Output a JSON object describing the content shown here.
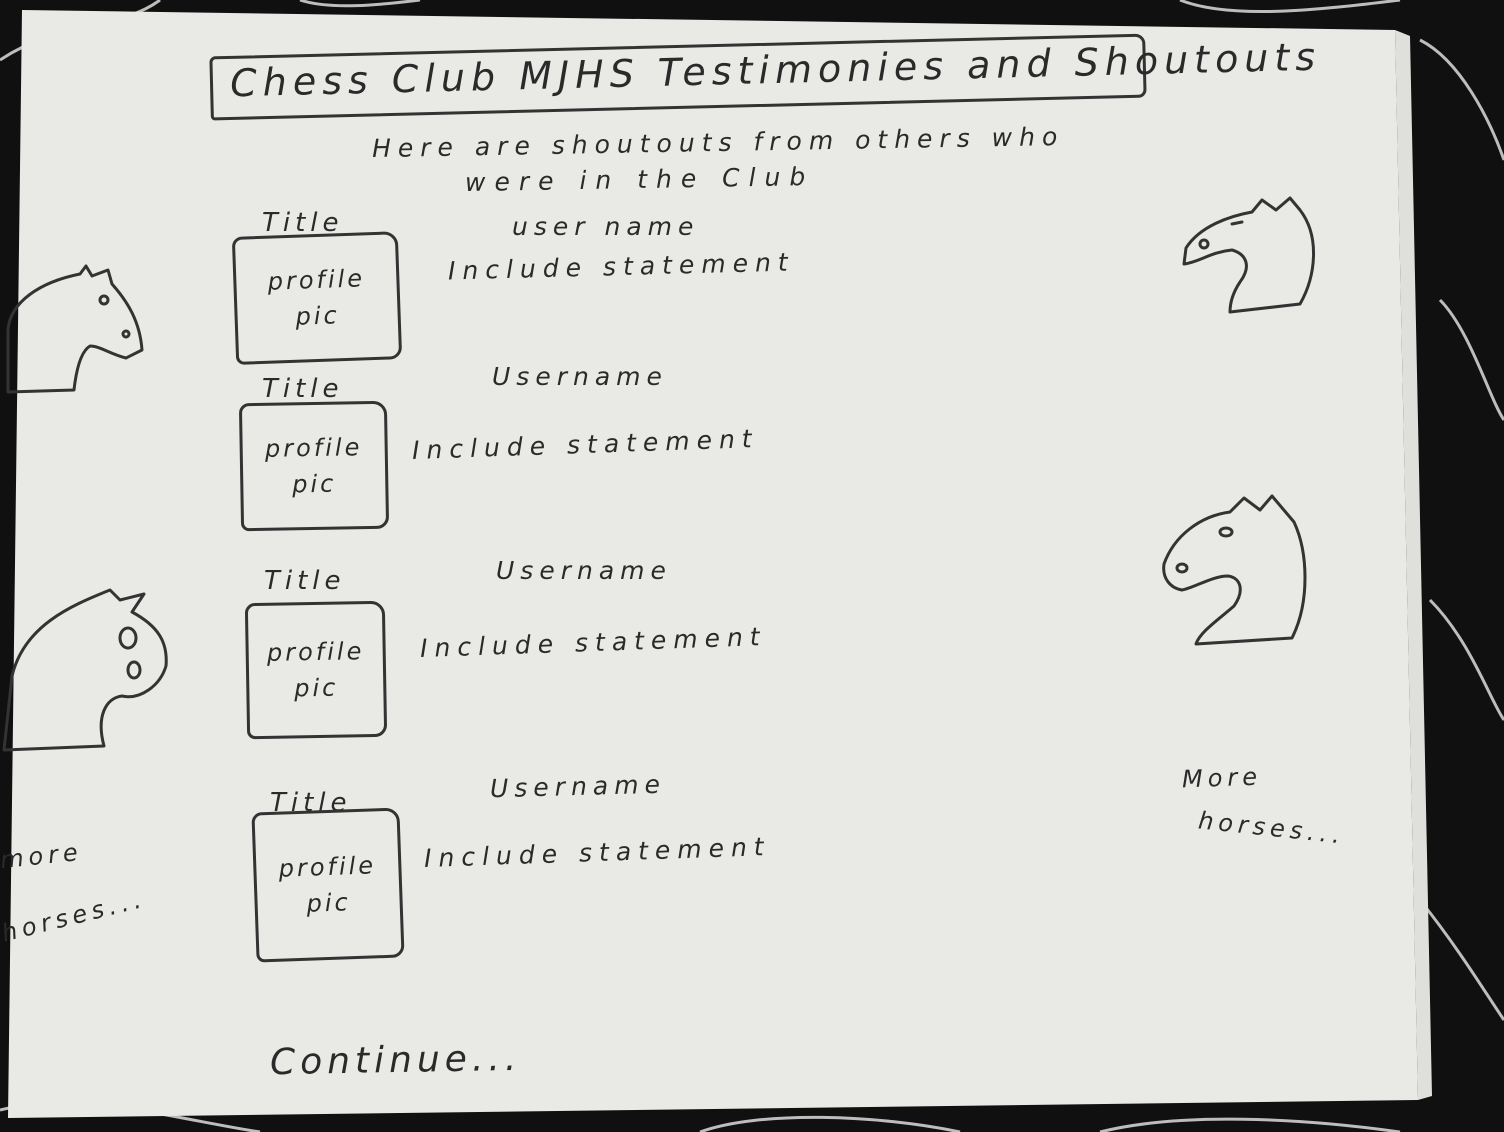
{
  "page": {
    "title": "Chess Club MJHS Testimonies and Shoutouts",
    "intro_line1": "Here are shoutouts from others who",
    "intro_line2": "were in the Club"
  },
  "testimonials": [
    {
      "title": "Title",
      "username": "user name",
      "statement": "Include statement",
      "pic_line1": "profile",
      "pic_line2": "pic"
    },
    {
      "title": "Title",
      "username": "Username",
      "statement": "Include statement",
      "pic_line1": "profile",
      "pic_line2": "pic"
    },
    {
      "title": "Title",
      "username": "Username",
      "statement": "Include statement",
      "pic_line1": "profile",
      "pic_line2": "pic"
    },
    {
      "title": "Title",
      "username": "Username",
      "statement": "Include statement",
      "pic_line1": "profile",
      "pic_line2": "pic"
    }
  ],
  "footer": {
    "continue_label": "Continue..."
  },
  "decorations": {
    "left_more_line1": "more",
    "left_more_line2": "horses...",
    "right_more_line1": "More",
    "right_more_line2": "horses..."
  },
  "icons": [
    "chess-knight-icon"
  ],
  "colors": {
    "paper": "#e9e9e6",
    "ink": "#2a2a2a",
    "background": "#101010"
  }
}
